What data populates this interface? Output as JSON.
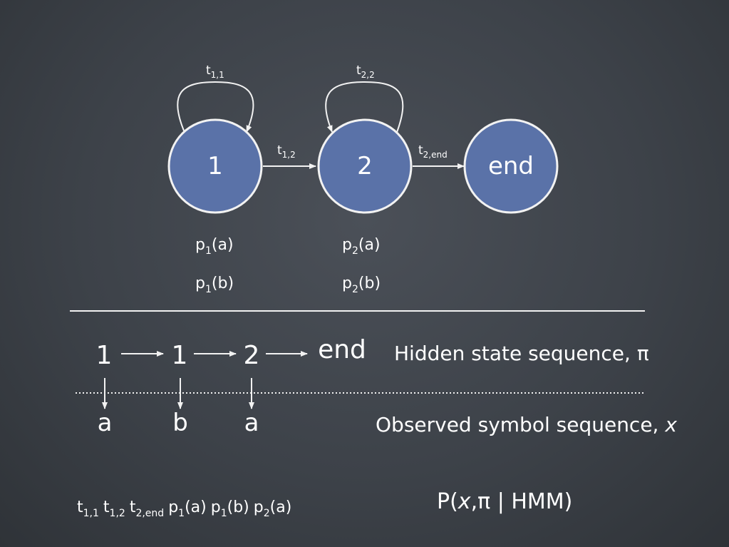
{
  "nodes": [
    {
      "id": "1",
      "label": "1"
    },
    {
      "id": "2",
      "label": "2"
    },
    {
      "id": "end",
      "label": "end"
    }
  ],
  "transitions": {
    "t11": {
      "base": "t",
      "sub": "1,1"
    },
    "t22": {
      "base": "t",
      "sub": "2,2"
    },
    "t12": {
      "base": "t",
      "sub": "1,2"
    },
    "t2end": {
      "base": "t",
      "sub": "2,end"
    }
  },
  "emissions": {
    "s1": [
      {
        "base": "p",
        "sub": "1",
        "arg": "(a)"
      },
      {
        "base": "p",
        "sub": "1",
        "arg": "(b)"
      }
    ],
    "s2": [
      {
        "base": "p",
        "sub": "2",
        "arg": "(a)"
      },
      {
        "base": "p",
        "sub": "2",
        "arg": "(b)"
      }
    ]
  },
  "hidden_sequence": [
    "1",
    "1",
    "2",
    "end"
  ],
  "observed_sequence": [
    "a",
    "b",
    "a"
  ],
  "hidden_caption": {
    "text": "Hidden state sequence, ",
    "symbol": "π"
  },
  "observed_caption": {
    "text": "Observed symbol sequence, ",
    "symbol": "x"
  },
  "product_terms": [
    {
      "base": "t",
      "sub": "1,1",
      "arg": ""
    },
    {
      "base": "t",
      "sub": "1,2",
      "arg": ""
    },
    {
      "base": "t",
      "sub": "2,end",
      "arg": ""
    },
    {
      "base": "p",
      "sub": "1",
      "arg": "(a)"
    },
    {
      "base": "p",
      "sub": "1",
      "arg": "(b)"
    },
    {
      "base": "p",
      "sub": "2",
      "arg": "(a)"
    }
  ],
  "probability": {
    "prefix": "P(",
    "var": "x",
    "mid": ",π | HMM)"
  },
  "colors": {
    "node_fill": "#5a72a8",
    "line": "#f2f2f2"
  }
}
